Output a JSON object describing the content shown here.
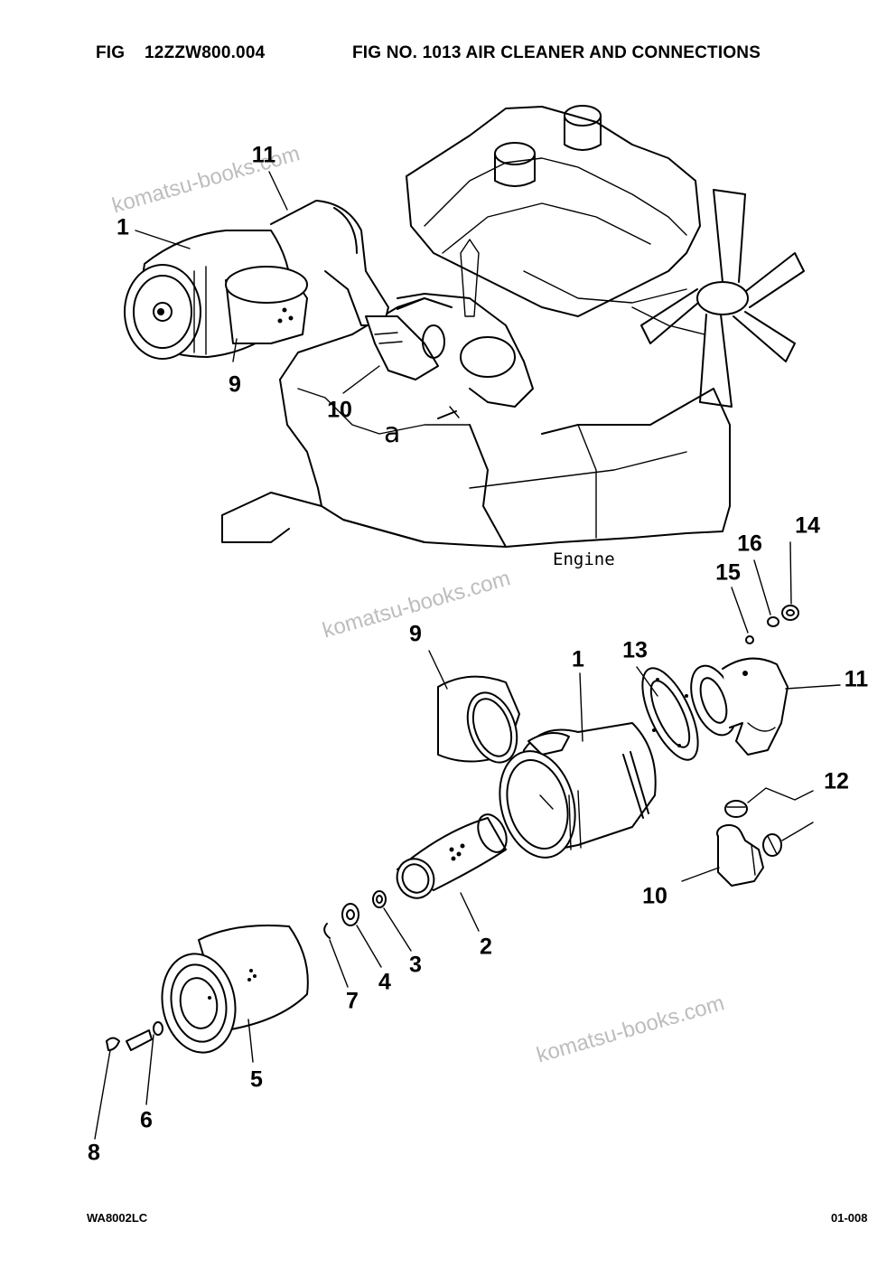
{
  "header": {
    "fig_label": "FIG",
    "fig_code": "12ZZW800.004",
    "fig_title": "FIG NO. 1013 AIR CLEANER AND CONNECTIONS"
  },
  "footer": {
    "doc_code": "WA8002LC",
    "page": "01-008"
  },
  "diagram": {
    "engine_label": "Engine",
    "reference_marker": "a",
    "watermark": "komatsu-books.com",
    "callouts_assembly": [
      "1",
      "11",
      "9",
      "10"
    ],
    "callouts_exploded": [
      "9",
      "1",
      "13",
      "11",
      "14",
      "16",
      "15",
      "12",
      "10",
      "2",
      "3",
      "4",
      "7",
      "5",
      "6",
      "8"
    ]
  }
}
